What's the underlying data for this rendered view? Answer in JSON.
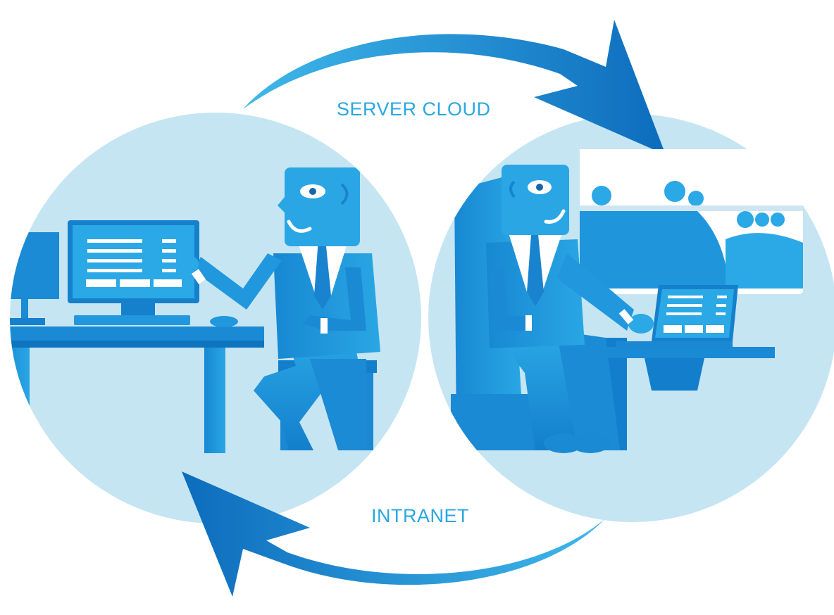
{
  "labels": {
    "top": "SERVER CLOUD",
    "bottom": "INTRANET"
  },
  "colors": {
    "circle": "#c6e5f3",
    "primary": "#1e8fd6",
    "primary_dark": "#0f6fbf",
    "primary_light": "#36b1e8",
    "white": "#ffffff",
    "text": "#2aa7e0"
  },
  "scenes": {
    "left": "office-desk-with-computer",
    "right": "airplane-seat-with-tablet"
  }
}
